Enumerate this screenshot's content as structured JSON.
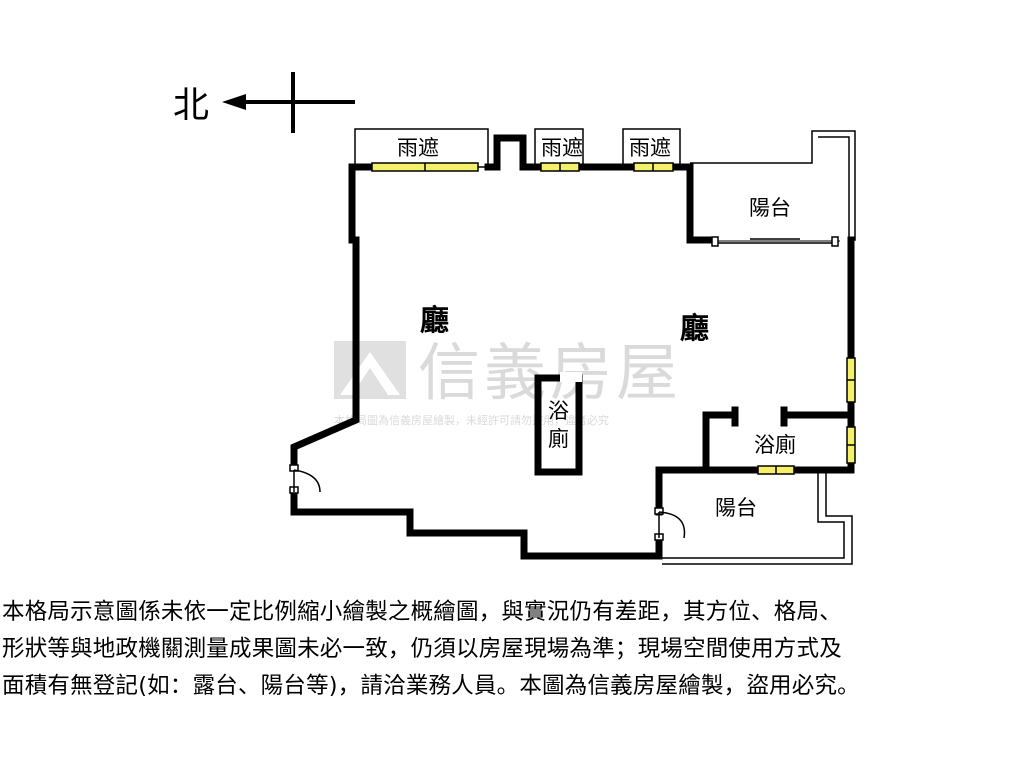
{
  "floorplan": {
    "compass": {
      "north_label": "北"
    },
    "rooms": {
      "canopy": "雨遮",
      "living": "廳",
      "balcony": "陽台",
      "bath_inner_line1": "浴",
      "bath_inner_line2": "廁",
      "bath": "浴廁"
    },
    "watermark": {
      "brand": "信義房屋",
      "subtext": "本格局圖為信義房屋繪製，未經許可請勿盜用，違者必究"
    },
    "colors": {
      "wall": "#000000",
      "window_fill": "#f5f06a",
      "watermark": "#c8c8c8"
    }
  },
  "disclaimer": {
    "line1": "本格局示意圖係未依一定比例縮小繪製之概繪圖，與實況仍有差距，其方位、格局、",
    "line2": "形狀等與地政機關測量成果圖未必一致，仍須以房屋現場為準；現場空間使用方式及",
    "line3": "面積有無登記(如：露台、陽台等)，請洽業務人員。本圖為信義房屋繪製，盜用必究。"
  }
}
